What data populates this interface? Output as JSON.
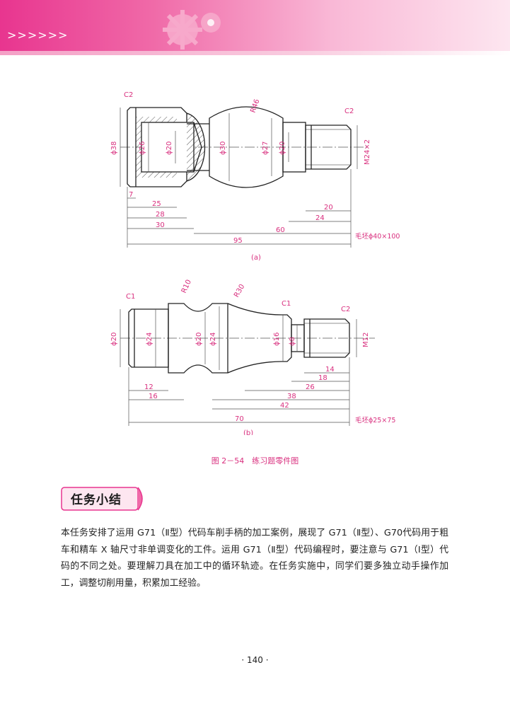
{
  "header": {
    "chevrons": ">>>>>>"
  },
  "figure": {
    "a": {
      "label": "(a)",
      "chamfer_left": "C2",
      "chamfer_right": "C2",
      "radius": "R46",
      "thread": "M24×2",
      "dia": [
        "ϕ38",
        "ϕ26",
        "ϕ20",
        "ϕ30",
        "ϕ27",
        "ϕ20"
      ],
      "lengths": [
        "7",
        "25",
        "28",
        "30",
        "60",
        "95",
        "20",
        "24"
      ],
      "blank": "毛坯ϕ40×100"
    },
    "b": {
      "label": "(b)",
      "chamfer_left": "C1",
      "chamfer_mid": "C1",
      "chamfer_right": "C2",
      "radius_1": "R10",
      "radius_2": "R30",
      "thread": "M12",
      "dia": [
        "ϕ20",
        "ϕ24",
        "ϕ20",
        "ϕ24",
        "ϕ16",
        "ϕ8"
      ],
      "lengths": [
        "12",
        "16",
        "14",
        "18",
        "26",
        "38",
        "42",
        "70"
      ],
      "blank": "毛坯ϕ25×75"
    }
  },
  "caption": "图 2－54　练习题零件图",
  "section": {
    "title": "任务小结"
  },
  "body": "本任务安排了运用 G71（Ⅱ型）代码车削手柄的加工案例，展现了 G71（Ⅱ型）、G70代码用于粗车和精车 X 轴尺寸非单调变化的工件。运用 G71（Ⅱ型）代码编程时，要注意与 G71（Ⅰ型）代码的不同之处。要理解刀具在加工中的循环轨迹。在任务实施中，同学们要多独立动手操作加工，调整切削用量，积累加工经验。",
  "page_number": "· 140 ·",
  "colors": {
    "accent": "#e8358f",
    "dimension": "#d9307f"
  }
}
